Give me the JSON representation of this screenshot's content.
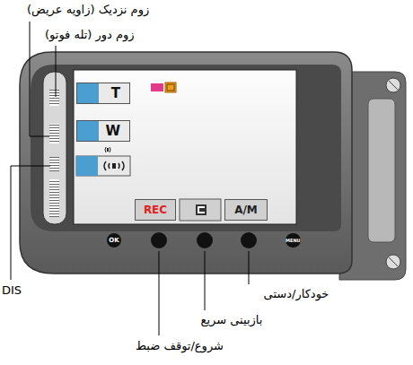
{
  "diagram": {
    "nodes": [
      {
        "text": [
          "T"
        ]
      },
      {
        "text": [
          "W"
        ]
      },
      {
        "text": [
          "REC"
        ]
      },
      {
        "text": [
          "A/M"
        ]
      },
      {
        "text": [
          "OK"
        ]
      },
      {
        "text": [
          "MENU"
        ]
      }
    ],
    "labels": [
      "زوم نزدیک (زاویه عریض)",
      "زوم دور (تله فوتو)",
      "DIS",
      "خودکار/دستی",
      "بازبینی سریع",
      "شروع/توقف ضبط"
    ]
  }
}
